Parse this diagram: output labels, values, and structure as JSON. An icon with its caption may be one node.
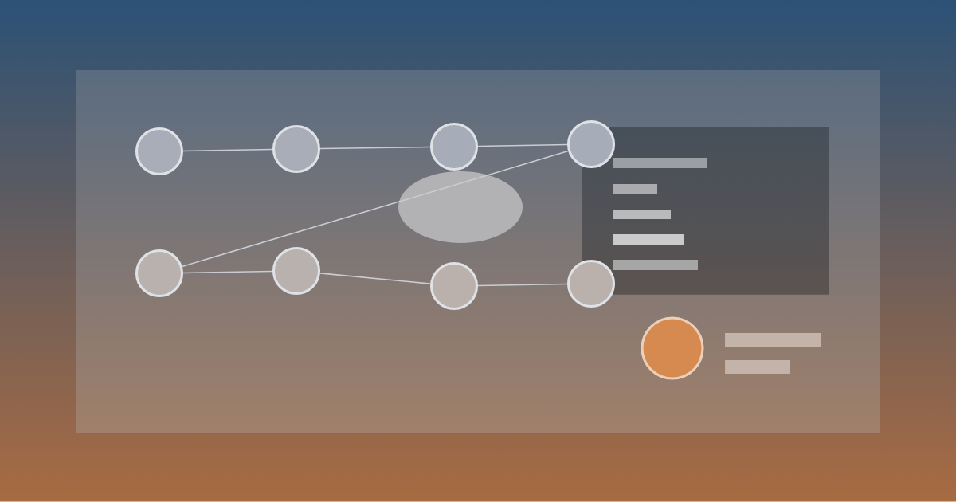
{
  "diagram": {
    "nodes": [
      {
        "text": [],
        "shape": "circle"
      },
      {
        "text": [],
        "shape": "circle"
      },
      {
        "text": [],
        "shape": "circle"
      },
      {
        "text": [],
        "shape": "circle"
      },
      {
        "text": [],
        "shape": "circle"
      },
      {
        "text": [],
        "shape": "circle"
      },
      {
        "text": [],
        "shape": "circle"
      },
      {
        "text": [],
        "shape": "circle"
      }
    ],
    "edges": [
      {
        "from": 0,
        "to": 1,
        "arrow": "none"
      },
      {
        "from": 1,
        "to": 2,
        "arrow": "none"
      },
      {
        "from": 2,
        "to": 3,
        "arrow": "none"
      },
      {
        "from": 4,
        "to": 3,
        "arrow": "none"
      },
      {
        "from": 4,
        "to": 5,
        "arrow": "none"
      },
      {
        "from": 5,
        "to": 6,
        "arrow": "none"
      },
      {
        "from": 6,
        "to": 7,
        "arrow": "none"
      }
    ]
  }
}
